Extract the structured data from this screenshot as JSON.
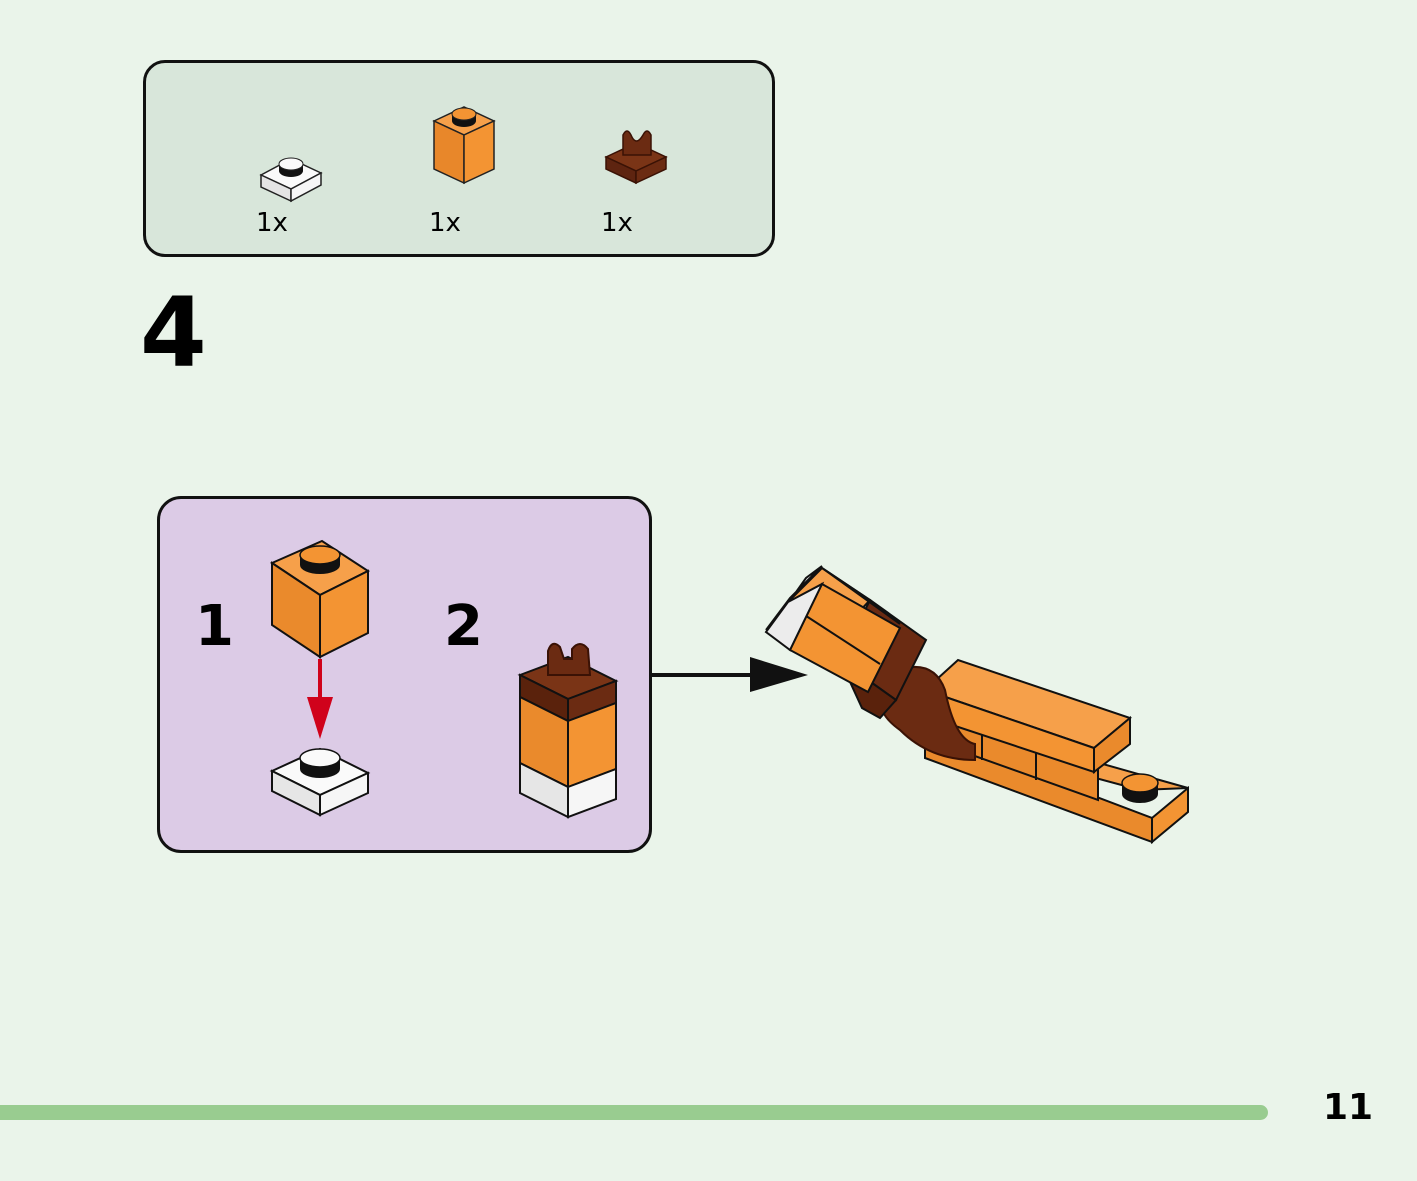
{
  "parts_list": {
    "items": [
      {
        "name": "white 1x1 plate",
        "quantity": "1x",
        "color": "#f2f2f2"
      },
      {
        "name": "orange 1x1 brick",
        "quantity": "1x",
        "color": "#f39433"
      },
      {
        "name": "reddish-brown 1x1 plate with clip",
        "quantity": "1x",
        "color": "#6b2b12"
      }
    ]
  },
  "step": {
    "number": "4",
    "substeps": [
      {
        "label": "1"
      },
      {
        "label": "2"
      }
    ]
  },
  "colors": {
    "page_background": "#eaf4ea",
    "parts_box_background": "#d8e6da",
    "substep_box_background": "#dccbe6",
    "orange": "#f39433",
    "brown": "#6b2b12",
    "white": "#f2f2f2",
    "arrow_red": "#d0021b",
    "footer_bar": "#99cc90"
  },
  "footer": {
    "page_number": "11"
  }
}
